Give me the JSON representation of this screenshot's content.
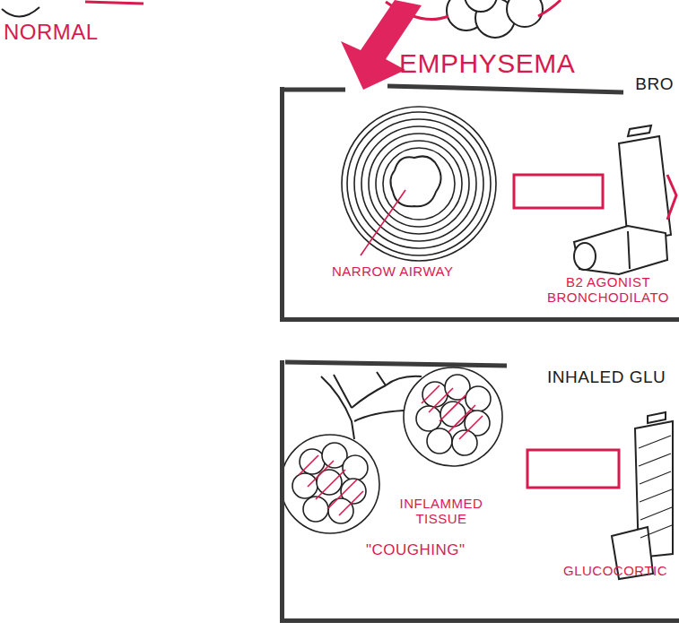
{
  "diagram": {
    "nodes": [
      {
        "text": [
          "BRO"
        ]
      },
      {
        "text": [
          "INHALED GLU"
        ]
      }
    ],
    "labels": [
      "NORMAL",
      "EMPHYSEMA",
      "NARROW AIRWAY",
      "B2 AGONIST BRONCHODILATO",
      "INFLAMMED TISSUE",
      "\"COUGHING\"",
      "GLUCOCORTIC"
    ]
  }
}
